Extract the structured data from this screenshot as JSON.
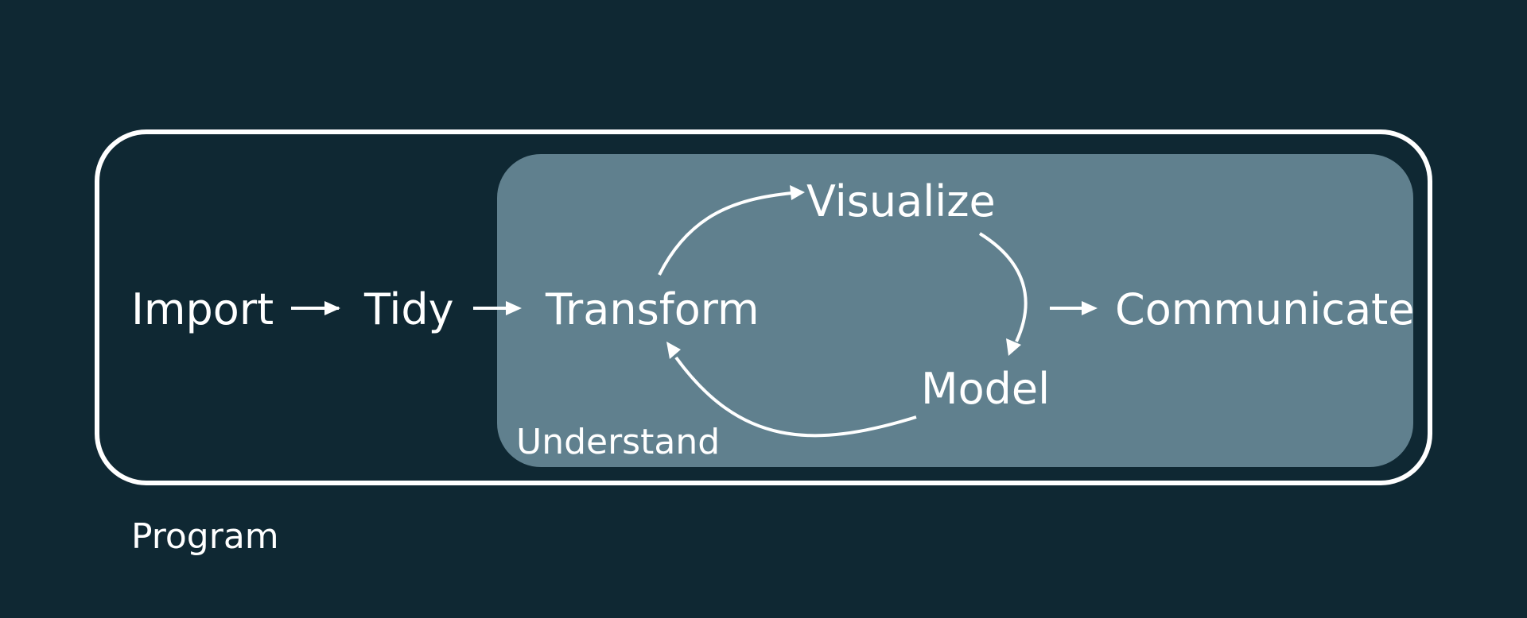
{
  "colors": {
    "background": "#0f2833",
    "understand_fill": "#60808e",
    "stroke": "#ffffff",
    "text": "#ffffff"
  },
  "nodes": {
    "import": "Import",
    "tidy": "Tidy",
    "transform": "Transform",
    "visualize": "Visualize",
    "model": "Model",
    "communicate": "Communicate"
  },
  "regions": {
    "understand": "Understand",
    "program": "Program"
  }
}
